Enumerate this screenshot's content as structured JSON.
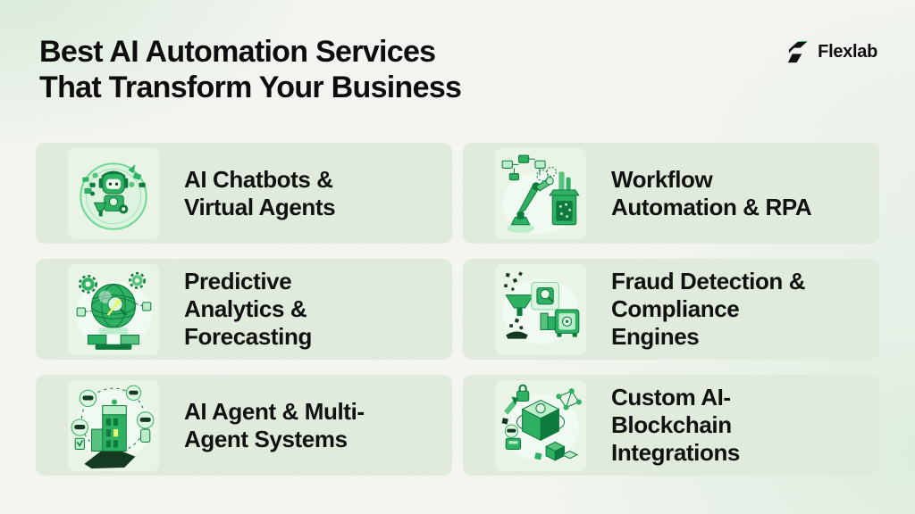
{
  "header": {
    "title_lines": [
      "Best AI Automation Services",
      "That Transform Your Business"
    ],
    "brand": {
      "label": "Flexlab",
      "logo_icon": "flexlab-logo-icon"
    }
  },
  "colors": {
    "page_bg": "#f6f7f3",
    "card_bg": "#e0ebde",
    "icon_tile_bg": "#e9f4e6",
    "heading_text": "#0c0d0c",
    "card_text": "#101210",
    "brand_green": "#2fd465",
    "illustration_green": "#2fb164",
    "illustration_dark_green": "#0f7a3d",
    "illustration_light_green": "#bdeecb"
  },
  "cards": [
    {
      "lines": [
        "AI Chatbots &",
        "Virtual Agents"
      ],
      "icon": "ai-chatbot-robot-icon"
    },
    {
      "lines": [
        "Workflow",
        "Automation & RPA"
      ],
      "icon": "workflow-robot-arm-icon"
    },
    {
      "lines": [
        "Predictive",
        "Analytics &",
        "Forecasting"
      ],
      "icon": "predictive-analytics-globe-icon"
    },
    {
      "lines": [
        "Fraud Detection &",
        "Compliance",
        "Engines"
      ],
      "icon": "fraud-detection-funnel-icon"
    },
    {
      "lines": [
        "AI Agent & Multi-",
        "Agent Systems"
      ],
      "icon": "multi-agent-network-icon"
    },
    {
      "lines": [
        "Custom AI-",
        "Blockchain",
        "Integrations"
      ],
      "icon": "ai-blockchain-cube-icon"
    }
  ]
}
